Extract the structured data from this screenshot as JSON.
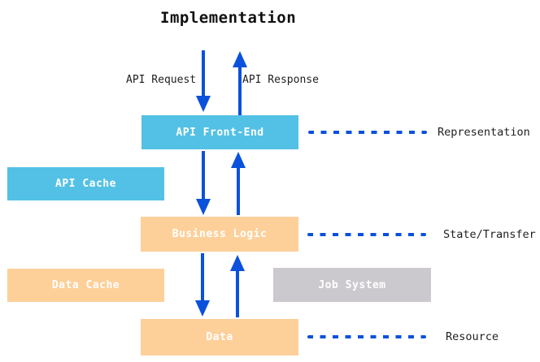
{
  "title": "Implementation",
  "flow_labels": {
    "request": "API Request",
    "response": "API Response"
  },
  "boxes": {
    "api_front_end": {
      "label": "API Front-End"
    },
    "api_cache": {
      "label": "API Cache"
    },
    "business_logic": {
      "label": "Business Logic"
    },
    "data_cache": {
      "label": "Data Cache"
    },
    "job_system": {
      "label": "Job System"
    },
    "data": {
      "label": "Data"
    }
  },
  "rest_layers": {
    "representation": {
      "label": "Representation"
    },
    "state_transfer": {
      "label": "State/Transfer"
    },
    "resource": {
      "label": "Resource"
    }
  },
  "colors": {
    "blue_box": "#53c1e5",
    "orange_box": "#fdd09a",
    "gray_box": "#cbc9ce",
    "arrow_blue": "#0b51db",
    "label_text": "#1f1f1f",
    "box_text": "#ffffff"
  }
}
